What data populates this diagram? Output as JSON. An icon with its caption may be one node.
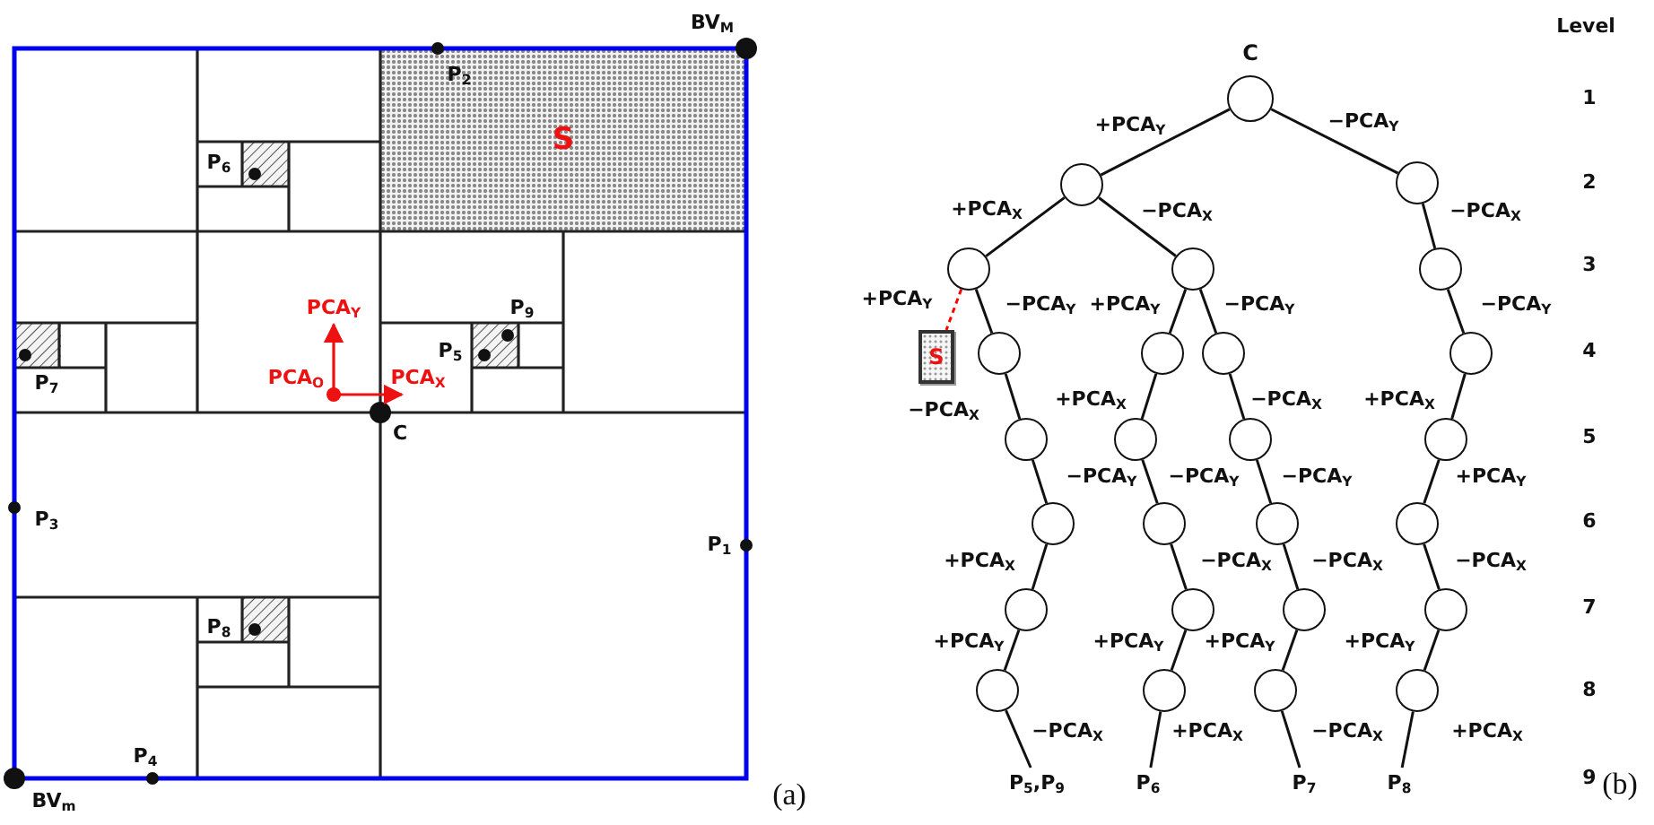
{
  "diagram": {
    "nodes": [
      {
        "text": [
          "S"
        ]
      },
      {
        "text": [],
        "shape": "circle",
        "beside": [
          "C"
        ]
      },
      {
        "text": [],
        "shape": "circle"
      },
      {
        "text": [],
        "shape": "circle"
      },
      {
        "text": [],
        "shape": "circle"
      },
      {
        "text": [],
        "shape": "circle"
      },
      {
        "text": [],
        "shape": "circle"
      },
      {
        "text": [
          "S"
        ]
      },
      {
        "text": [],
        "shape": "circle"
      },
      {
        "text": [],
        "shape": "circle"
      },
      {
        "text": [],
        "shape": "circle"
      },
      {
        "text": [],
        "shape": "circle"
      },
      {
        "text": [],
        "shape": "circle"
      },
      {
        "text": [],
        "shape": "circle"
      },
      {
        "text": [],
        "shape": "circle"
      },
      {
        "text": [],
        "shape": "circle"
      },
      {
        "text": [],
        "shape": "circle"
      },
      {
        "text": [],
        "shape": "circle"
      },
      {
        "text": [],
        "shape": "circle"
      },
      {
        "text": [],
        "shape": "circle"
      },
      {
        "text": [],
        "shape": "circle"
      },
      {
        "text": [],
        "shape": "circle"
      },
      {
        "text": [],
        "shape": "circle"
      },
      {
        "text": [],
        "shape": "circle"
      },
      {
        "text": [],
        "shape": "circle"
      },
      {
        "text": [],
        "shape": "circle"
      },
      {
        "text": [],
        "shape": "circle"
      },
      {
        "text": [],
        "shape": "circle"
      },
      {
        "text": [
          "P$_{5}$,P$_{9}$"
        ]
      },
      {
        "text": [
          "P$_{6}$"
        ]
      },
      {
        "text": [
          "P$_{7}$"
        ]
      },
      {
        "text": [
          "P$_{8}$"
        ]
      }
    ],
    "edges": [
      {
        "from": 1,
        "to": 2,
        "arrow": "none",
        "label": "+PCA$_{Y}$"
      },
      {
        "from": 1,
        "to": 3,
        "arrow": "none",
        "label": "−PCA$_{Y}$"
      },
      {
        "from": 2,
        "to": 4,
        "arrow": "none",
        "label": "+PCA$_{X}$"
      },
      {
        "from": 2,
        "to": 5,
        "arrow": "none",
        "label": "−PCA$_{X}$"
      },
      {
        "from": 3,
        "to": 6,
        "arrow": "none",
        "label": "−PCA$_{X}$"
      },
      {
        "from": 4,
        "to": 7,
        "arrow": "none",
        "label": "+PCA$_{Y}$",
        "style": "dashed",
        "color": "#ff0000"
      },
      {
        "from": 4,
        "to": 8,
        "arrow": "none",
        "label": "−PCA$_{Y}$"
      },
      {
        "from": 5,
        "to": 9,
        "arrow": "none",
        "label": "+PCA$_{Y}$"
      },
      {
        "from": 5,
        "to": 10,
        "arrow": "none",
        "label": "−PCA$_{Y}$"
      },
      {
        "from": 6,
        "to": 11,
        "arrow": "none",
        "label": "−PCA$_{Y}$"
      },
      {
        "from": 8,
        "to": 12,
        "arrow": "none",
        "label": "−PCA$_{X}$"
      },
      {
        "from": 9,
        "to": 13,
        "arrow": "none",
        "label": "+PCA$_{X}$"
      },
      {
        "from": 10,
        "to": 14,
        "arrow": "none",
        "label": "−PCA$_{X}$"
      },
      {
        "from": 11,
        "to": 15,
        "arrow": "none",
        "label": "+PCA$_{X}$"
      },
      {
        "from": 12,
        "to": 16,
        "arrow": "none",
        "label": "−PCA$_{Y}$"
      },
      {
        "from": 13,
        "to": 17,
        "arrow": "none",
        "label": "−PCA$_{Y}$"
      },
      {
        "from": 14,
        "to": 18,
        "arrow": "none",
        "label": "−PCA$_{Y}$"
      },
      {
        "from": 15,
        "to": 19,
        "arrow": "none",
        "label": "+PCA$_{Y}$"
      },
      {
        "from": 16,
        "to": 20,
        "arrow": "none",
        "label": "+PCA$_{X}$"
      },
      {
        "from": 17,
        "to": 21,
        "arrow": "none",
        "label": "−PCA$_{X}$"
      },
      {
        "from": 18,
        "to": 22,
        "arrow": "none",
        "label": "−PCA$_{X}$"
      },
      {
        "from": 19,
        "to": 23,
        "arrow": "none",
        "label": "−PCA$_{X}$"
      },
      {
        "from": 20,
        "to": 24,
        "arrow": "none",
        "label": "+PCA$_{Y}$"
      },
      {
        "from": 21,
        "to": 25,
        "arrow": "none",
        "label": "+PCA$_{Y}$"
      },
      {
        "from": 22,
        "to": 26,
        "arrow": "none",
        "label": "+PCA$_{Y}$"
      },
      {
        "from": 23,
        "to": 27,
        "arrow": "none",
        "label": "+PCA$_{Y}$"
      },
      {
        "from": 24,
        "to": 28,
        "arrow": "none",
        "label": "−PCA$_{X}$"
      },
      {
        "from": 25,
        "to": 29,
        "arrow": "none",
        "label": "+PCA$_{X}$"
      },
      {
        "from": 26,
        "to": 30,
        "arrow": "none",
        "label": "−PCA$_{X}$"
      },
      {
        "from": 27,
        "to": 31,
        "arrow": "none",
        "label": "+PCA$_{X}$"
      }
    ],
    "labels": [
      "BV$_{M}$",
      "P$_{2}$",
      "P$_{6}$",
      "PCA$_{Y}$",
      "P$_{9}$",
      "P$_{7}$",
      "P$_{5}$",
      "PCA$_{O}$",
      "PCA$_{X}$",
      "C",
      "P$_{3}$",
      "P$_{1}$",
      "P$_{8}$",
      "P$_{4}$",
      "BV$_{m}$",
      "(a)",
      "Level",
      "1",
      "2",
      "3",
      "4",
      "5",
      "6",
      "7",
      "8",
      "9",
      "(b)"
    ]
  }
}
